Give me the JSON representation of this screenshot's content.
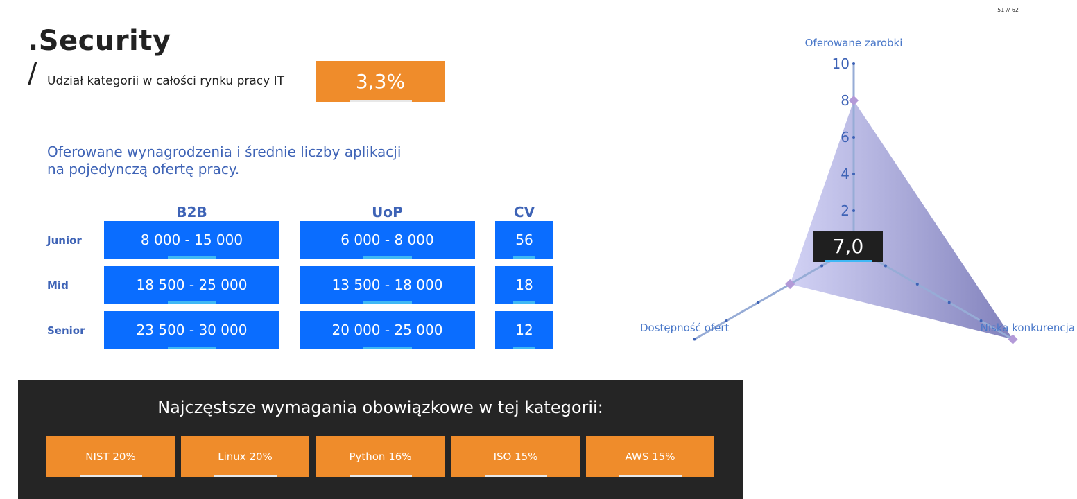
{
  "page_number": "51 // 62",
  "title": ".Security",
  "slash": "/",
  "share": {
    "label": "Udział kategorii w całości rynku pracy IT",
    "value": "3,3%"
  },
  "subtitle_line1": "Oferowane wynagrodzenia i średnie liczby aplikacji",
  "subtitle_line2": "na pojedynczą ofertę pracy.",
  "table": {
    "columns": [
      "B2B",
      "UoP",
      "CV"
    ],
    "rows": [
      {
        "level": "Junior",
        "b2b": "8 000 - 15 000",
        "uop": "6 000 - 8 000",
        "cv": "56"
      },
      {
        "level": "Mid",
        "b2b": "18 500 - 25 000",
        "uop": "13 500 - 18 000",
        "cv": "18"
      },
      {
        "level": "Senior",
        "b2b": "23 500 - 30 000",
        "uop": "20 000 - 25 000",
        "cv": "12"
      }
    ]
  },
  "requirements": {
    "title": "Najczęstsze wymagania obowiązkowe w tej kategorii:",
    "items": [
      "NIST 20%",
      "Linux 20%",
      "Python 16%",
      "ISO 15%",
      "AWS 15%"
    ]
  },
  "colors": {
    "orange": "#ef8c2b",
    "blue": "#0a6dff",
    "text_blue": "#3e63b6",
    "dark": "#252525",
    "radar_fill": "#8a8ad6"
  },
  "chart_data": {
    "type": "radar",
    "axes": [
      "Oferowane zarobki",
      "Niska konkurencja",
      "Dostępność ofert"
    ],
    "ticks": [
      "2",
      "4",
      "6",
      "8",
      "10"
    ],
    "range": [
      0,
      10
    ],
    "values": [
      8,
      10,
      4
    ],
    "score": "7,0"
  }
}
